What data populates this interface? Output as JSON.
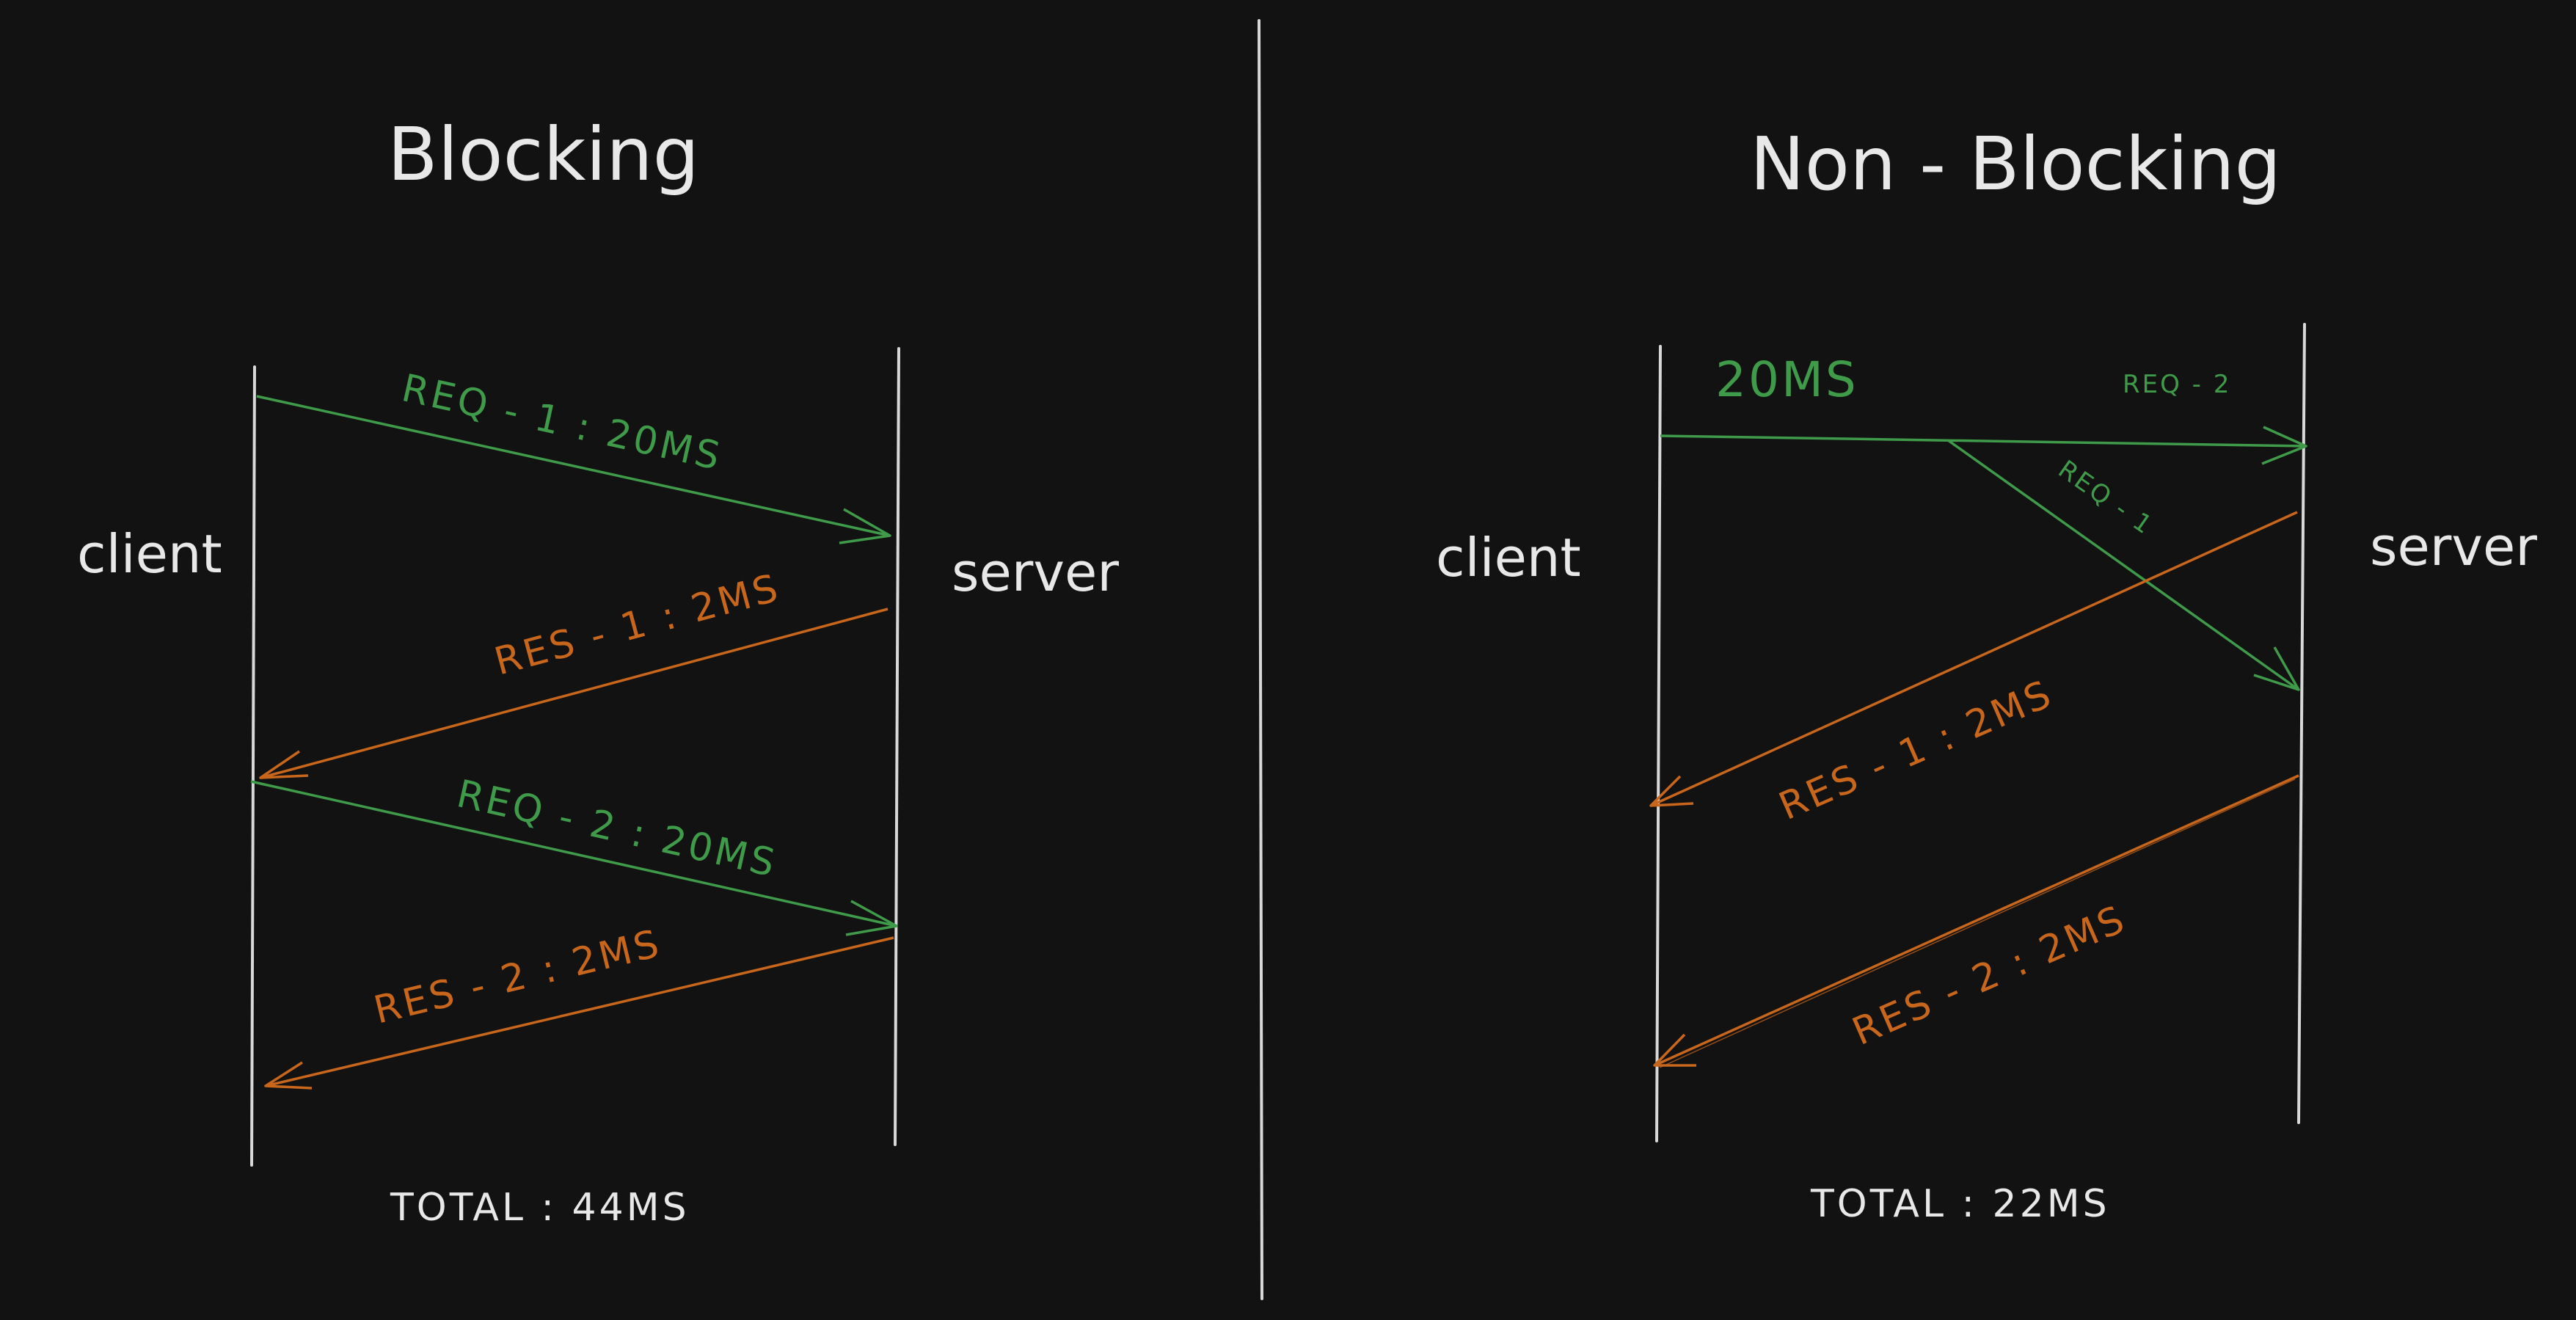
{
  "colors": {
    "background": "#121212",
    "lifeline": "#d8d8d8",
    "text": "#e8e8e8",
    "request": "#3f9a4a",
    "response": "#c8661c"
  },
  "blocking": {
    "title": "Blocking",
    "client_label": "client",
    "server_label": "server",
    "messages": [
      {
        "label": "REQ - 1 : 20MS",
        "kind": "request"
      },
      {
        "label": "RES - 1 : 2MS",
        "kind": "response"
      },
      {
        "label": "REQ - 2 : 20MS",
        "kind": "request"
      },
      {
        "label": "RES - 2 : 2MS",
        "kind": "response"
      }
    ],
    "total": "TOTAL : 44MS"
  },
  "non_blocking": {
    "title": "Non - Blocking",
    "client_label": "client",
    "server_label": "server",
    "duration_label": "20MS",
    "messages": [
      {
        "label": "REQ - 2",
        "kind": "request"
      },
      {
        "label": "REQ - 1",
        "kind": "request"
      },
      {
        "label": "RES - 1 : 2MS",
        "kind": "response"
      },
      {
        "label": "RES - 2 : 2MS",
        "kind": "response"
      }
    ],
    "total": "TOTAL : 22MS"
  }
}
